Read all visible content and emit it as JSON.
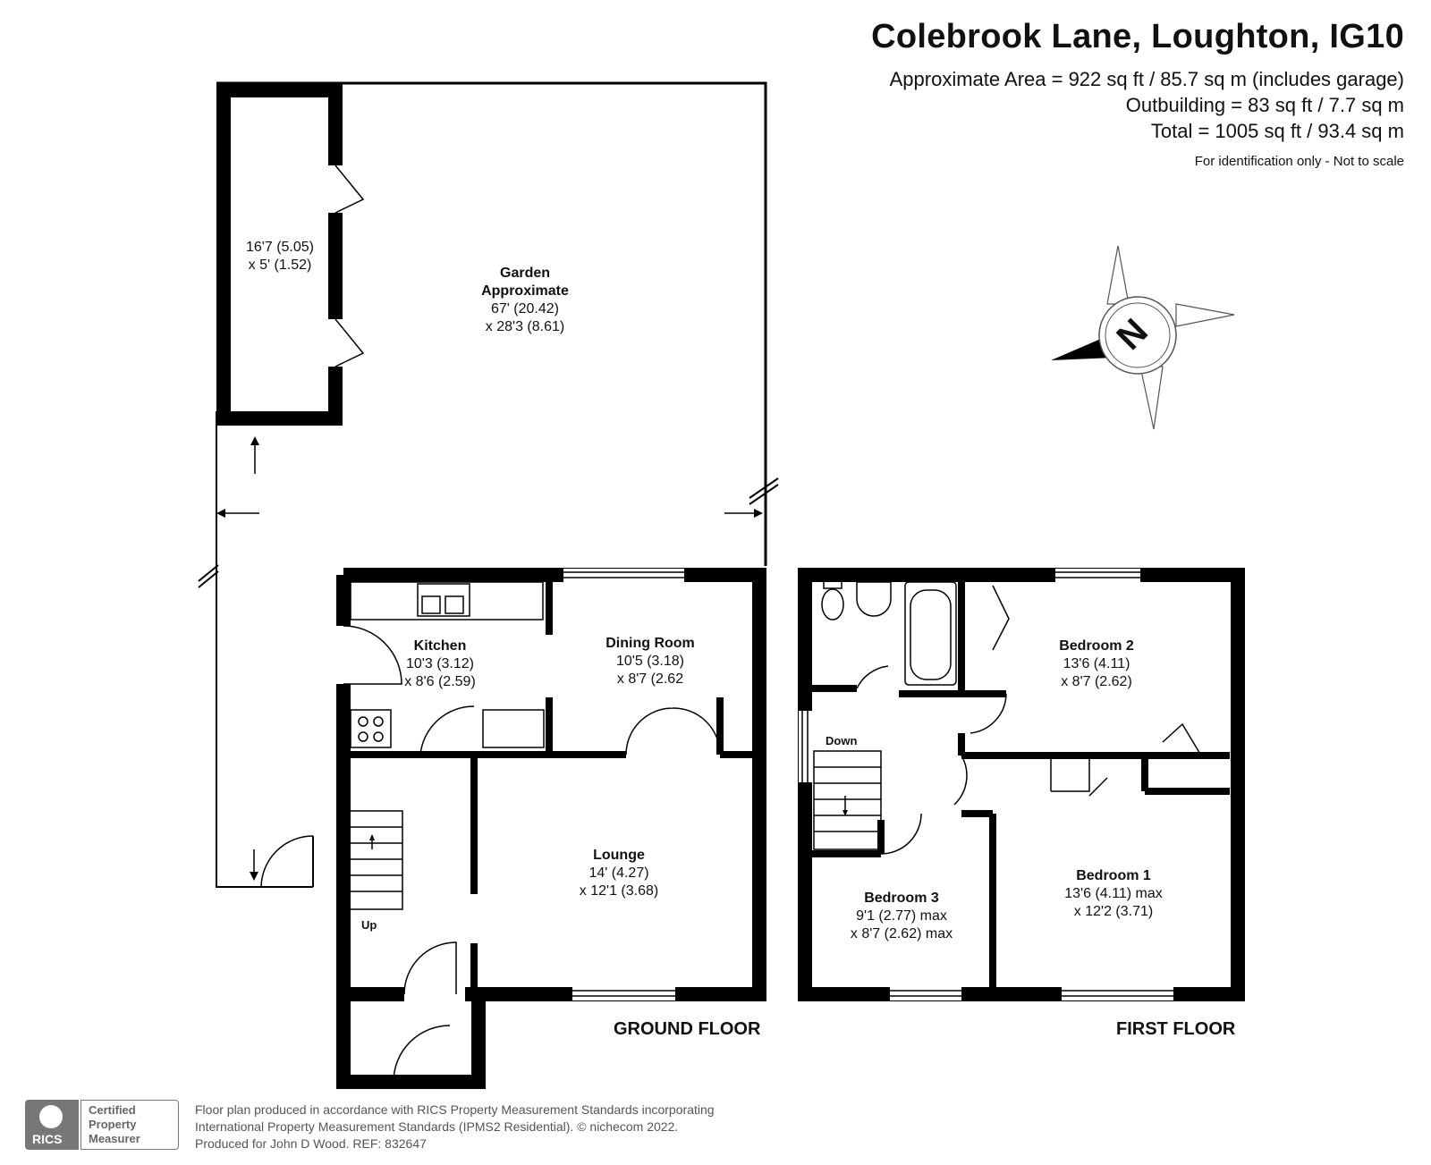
{
  "header": {
    "title": "Colebrook Lane, Loughton, IG10",
    "area_main": "Approximate Area = 922 sq ft / 85.7 sq m (includes garage)",
    "area_outbuilding": "Outbuilding = 83 sq ft / 7.7 sq m",
    "area_total": "Total = 1005 sq ft / 93.4 sq m",
    "disclaimer": "For identification only - Not to scale"
  },
  "compass": {
    "letter": "N"
  },
  "rooms": {
    "outbuilding": {
      "dim1": "16'7 (5.05)",
      "dim2": "x 5' (1.52)"
    },
    "garden": {
      "name1": "Garden",
      "name2": "Approximate",
      "dim1": "67' (20.42)",
      "dim2": "x 28'3 (8.61)"
    },
    "kitchen": {
      "name": "Kitchen",
      "dim1": "10'3 (3.12)",
      "dim2": "x 8'6 (2.59)"
    },
    "dining": {
      "name": "Dining Room",
      "dim1": "10'5 (3.18)",
      "dim2": "x 8'7 (2.62"
    },
    "lounge": {
      "name": "Lounge",
      "dim1": "14' (4.27)",
      "dim2": "x 12'1 (3.68)"
    },
    "bedroom2": {
      "name": "Bedroom 2",
      "dim1": "13'6 (4.11)",
      "dim2": "x 8'7 (2.62)"
    },
    "bedroom1": {
      "name": "Bedroom 1",
      "dim1": "13'6 (4.11) max",
      "dim2": "x 12'2 (3.71)"
    },
    "bedroom3": {
      "name": "Bedroom 3",
      "dim1": "9'1 (2.77) max",
      "dim2": "x 8'7 (2.62) max"
    }
  },
  "stairs": {
    "up": "Up",
    "down": "Down"
  },
  "floors": {
    "ground": "GROUND FLOOR",
    "first": "FIRST FLOOR"
  },
  "footer": {
    "line1": "Floor plan produced in accordance with RICS Property Measurement Standards incorporating",
    "line2": "International Property Measurement Standards (IPMS2 Residential).  © nichecom 2022.",
    "line3": "Produced for John D Wood.    REF:  832647",
    "badge_org": "RICS",
    "badge_line1": "Certified",
    "badge_line2": "Property",
    "badge_line3": "Measurer"
  }
}
